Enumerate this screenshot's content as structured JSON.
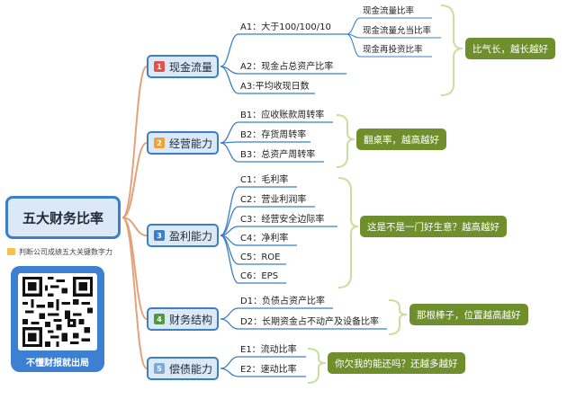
{
  "root": {
    "title": "五大财务比率",
    "subtitle": "判断公司成绩五大关键数字力"
  },
  "qr": {
    "caption": "不懂财报就出局"
  },
  "categories": [
    {
      "num": "1",
      "label": "现金流量",
      "color": "#e0524a"
    },
    {
      "num": "2",
      "label": "经营能力",
      "color": "#f0a23a"
    },
    {
      "num": "3",
      "label": "盈利能力",
      "color": "#3b7fc4"
    },
    {
      "num": "4",
      "label": "财务结构",
      "color": "#4f9a3c"
    },
    {
      "num": "5",
      "label": "偿债能力",
      "color": "#7fa9d6"
    }
  ],
  "items": {
    "a1": "A1：大于100/100/10",
    "a1_sub": [
      "现金流量比率",
      "现金流量允当比率",
      "现金再投资比率"
    ],
    "a2": "A2：现金占总资产比率",
    "a3": "A3:平均收现日数",
    "b": [
      "B1：应收账款周转率",
      "B2：存货周转率",
      "B3：总资产周转率"
    ],
    "c": [
      "C1：毛利率",
      "C2：营业利润率",
      "C3：经营安全边际率",
      "C4：净利率",
      "C5：ROE",
      "C6：EPS"
    ],
    "d": [
      "D1：负债占资产比率",
      "D2：长期资金占不动产及设备比率"
    ],
    "e": [
      "E1：流动比率",
      "E2：速动比率"
    ]
  },
  "summaries": [
    "比气长，越长越好",
    "翻桌率，越高越好",
    "这是不是一门好生意？越高越好",
    "那根棒子，位置越高越好",
    "你欠我的能还吗？还越多越好"
  ],
  "colors": {
    "accent": "#3b7fc4",
    "branch": "#e5a27a",
    "summary": "#6f8f2c",
    "brace": "#c9df9e"
  }
}
